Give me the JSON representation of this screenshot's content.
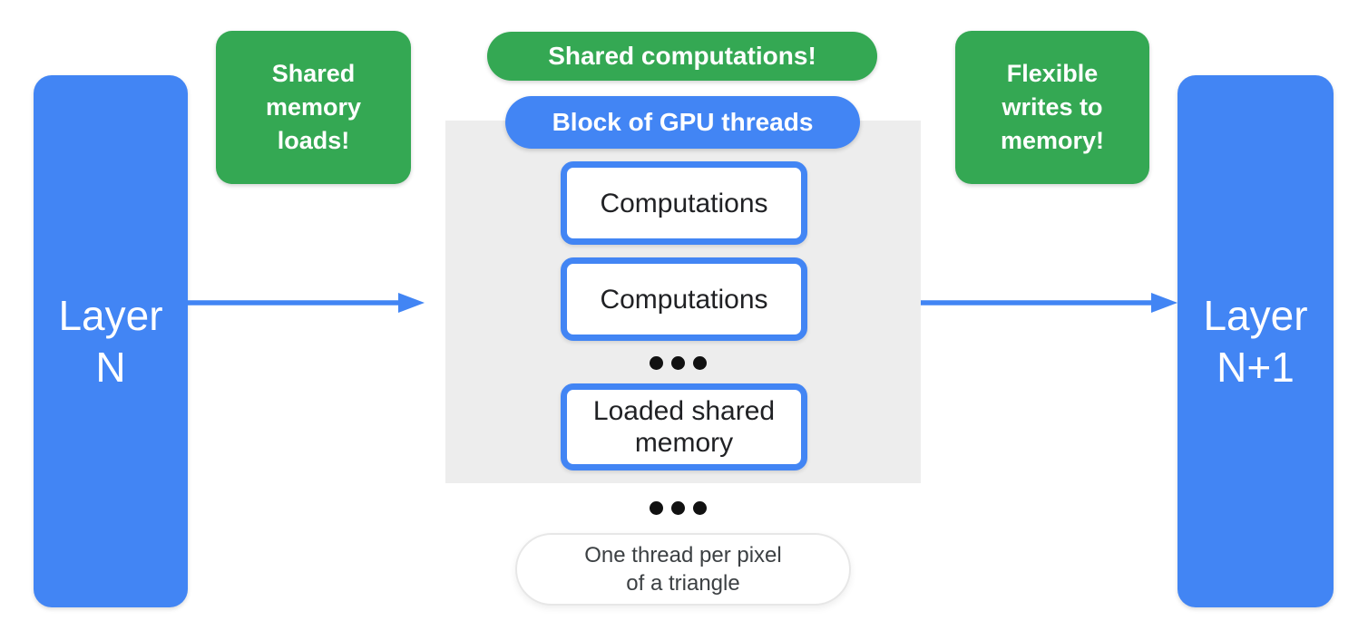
{
  "colors": {
    "blue": "#4285F4",
    "green": "#34A853",
    "panel": "#EDEDED",
    "ink": "#202124",
    "dot": "#111111",
    "footnote_border": "#E7E7E7",
    "footnote_ink": "#3C4043"
  },
  "left_layer": {
    "label": "Layer\nN"
  },
  "right_layer": {
    "label": "Layer\nN+1"
  },
  "callouts": {
    "shared_memory_loads": "Shared\nmemory\nloads!",
    "shared_computations": "Shared computations!",
    "flexible_writes": "Flexible\nwrites to\nmemory!"
  },
  "gpu_block": {
    "title": "Block of GPU threads",
    "items": [
      "Computations",
      "Computations",
      "Loaded shared\nmemory"
    ]
  },
  "footnote": {
    "label": "One thread per pixel\nof a triangle"
  }
}
